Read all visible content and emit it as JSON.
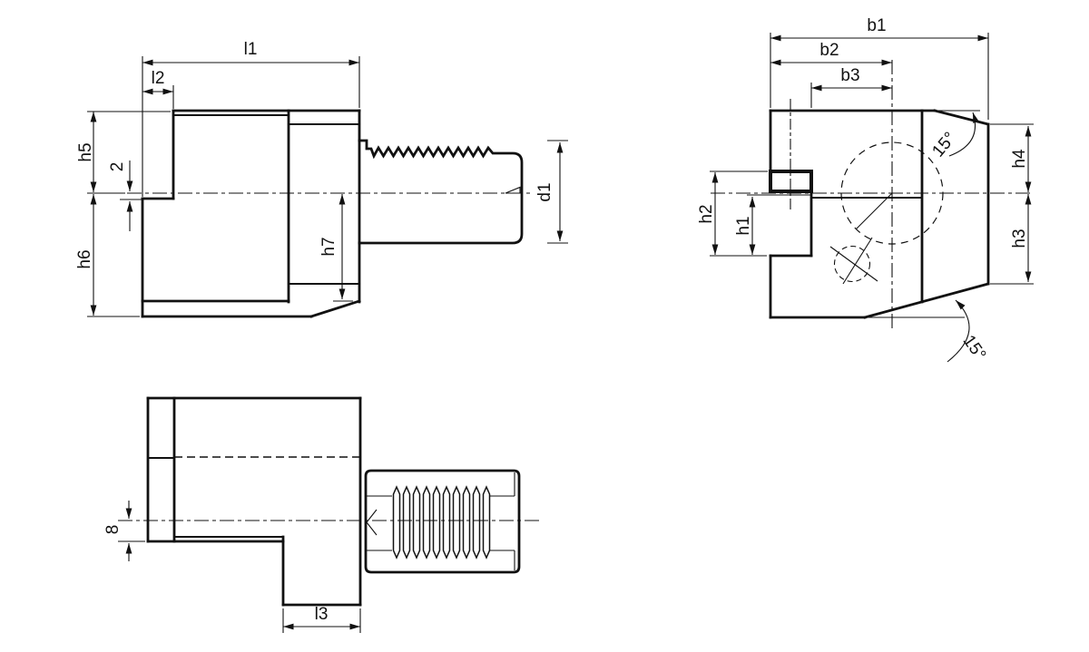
{
  "drawing": {
    "background_color": "#ffffff",
    "line_color": "#111111",
    "views": {
      "side_view": {
        "dims": {
          "l1": "l1",
          "l2": "l2",
          "offset2": "2",
          "h5": "h5",
          "h6": "h6",
          "h7": "h7",
          "d1": "d1"
        }
      },
      "front_view": {
        "dims": {
          "b1": "b1",
          "b2": "b2",
          "b3": "b3",
          "h1": "h1",
          "h2": "h2",
          "h3": "h3",
          "h4": "h4",
          "angle_top": "15°",
          "angle_bottom": "15°"
        }
      },
      "bottom_view": {
        "dims": {
          "offset8": "8",
          "l3": "l3"
        }
      }
    }
  }
}
